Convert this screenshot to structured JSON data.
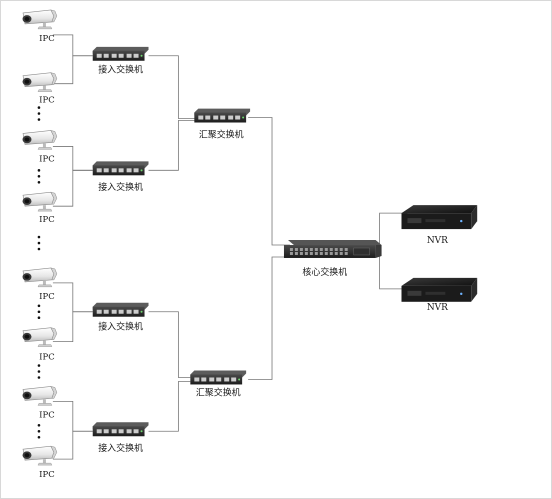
{
  "nodes": {
    "cameras": [
      {
        "label": "IPC"
      },
      {
        "label": "IPC"
      },
      {
        "label": "IPC"
      },
      {
        "label": "IPC"
      },
      {
        "label": "IPC"
      },
      {
        "label": "IPC"
      },
      {
        "label": "IPC"
      },
      {
        "label": "IPC"
      }
    ],
    "access_switches": [
      {
        "label": "接入交换机"
      },
      {
        "label": "接入交换机"
      },
      {
        "label": "接入交换机"
      },
      {
        "label": "接入交换机"
      }
    ],
    "aggregation_switches": [
      {
        "label": "汇聚交换机"
      },
      {
        "label": "汇聚交换机"
      }
    ],
    "core_switch": {
      "label": "核心交换机"
    },
    "nvrs": [
      {
        "label": "NVR"
      },
      {
        "label": "NVR"
      }
    ]
  },
  "colors": {
    "line": "#777777",
    "device_dark": "#2a2a2a",
    "camera_body": "#eeeeee"
  },
  "icons": {
    "camera": "bullet-camera-icon",
    "switch": "network-switch-icon",
    "nvr": "nvr-recorder-icon"
  }
}
